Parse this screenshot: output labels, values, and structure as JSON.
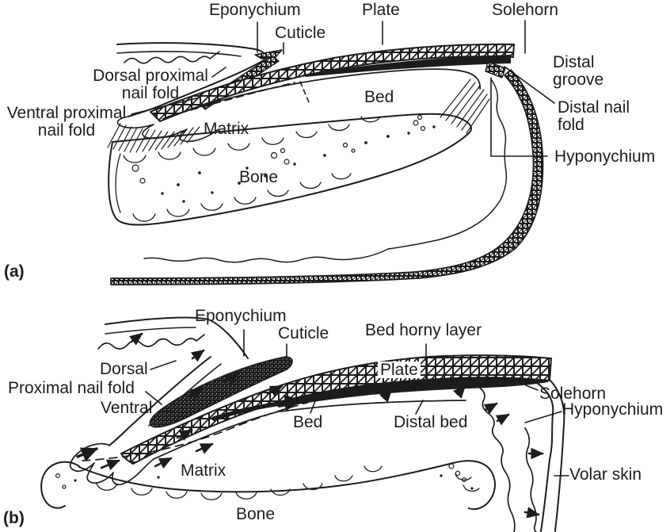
{
  "figure": {
    "colors": {
      "ink": "#1c1c1c",
      "paper": "#ffffff",
      "eponychium_fill": "#cdcdcd"
    },
    "panel_a": {
      "tag": "(a)",
      "labels": {
        "eponychium": "Eponychium",
        "cuticle": "Cuticle",
        "plate": "Plate",
        "solehorn": "Solehorn",
        "distal_groove": "Distal groove",
        "distal_nail_fold": "Distal nail fold",
        "hyponychium": "Hyponychium",
        "dorsal_proximal_nail_fold": "Dorsal proximal nail fold",
        "ventral_proximal_nail_fold": "Ventral proximal nail fold",
        "matrix": "Matrix",
        "bed": "Bed",
        "bone": "Bone"
      }
    },
    "panel_b": {
      "tag": "(b)",
      "labels": {
        "eponychium": "Eponychium",
        "cuticle": "Cuticle",
        "bed_horny_layer": "Bed horny layer",
        "dorsal": "Dorsal",
        "proximal_nail_fold": "Proximal nail fold",
        "ventral": "Ventral",
        "plate": "Plate",
        "bed": "Bed",
        "distal_bed": "Distal bed",
        "solehorn": "Solehorn",
        "hyponychium": "Hyponychium",
        "volar_skin": "Volar skin",
        "matrix": "Matrix",
        "bone": "Bone"
      }
    }
  }
}
